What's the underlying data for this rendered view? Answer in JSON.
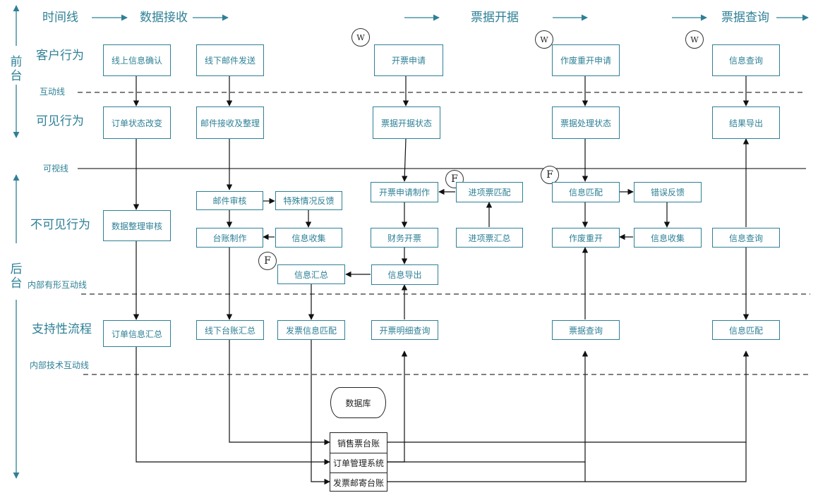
{
  "phases": {
    "timeline": "时间线",
    "receive": "数据接收",
    "issue": "票据开据",
    "query": "票据查询"
  },
  "side_labels": {
    "front": "前台",
    "back": "后台"
  },
  "lanes": {
    "customer": "客户行为",
    "visible": "可见行为",
    "invisible": "不可见行为",
    "support": "支持性流程"
  },
  "lines": {
    "interaction": "互动线",
    "visibility": "可视线",
    "internal_tangible": "内部有形互动线",
    "internal_tech": "内部技术互动线"
  },
  "markers": {
    "w": "W",
    "f": "F"
  },
  "boxes": {
    "online_confirm": "线上信息确认",
    "offline_mail": "线下邮件发送",
    "invoice_apply": "开票申请",
    "void_reissue_apply": "作废重开申请",
    "info_query_front": "信息查询",
    "order_status_change": "订单状态改变",
    "mail_receive": "邮件接收及整理",
    "invoice_status": "票据开据状态",
    "ticket_status": "票据处理状态",
    "result_export": "结果导出",
    "mail_review": "邮件审核",
    "special_feedback": "特殊情况反馈",
    "apply_make": "开票申请制作",
    "input_match": "进项票匹配",
    "info_match_mid": "信息匹配",
    "error_feedback": "错误反馈",
    "data_review": "数据整理审核",
    "ledger_make": "台账制作",
    "info_collect_1": "信息收集",
    "finance_invoice": "财务开票",
    "input_summary": "进项票汇总",
    "void_reissue": "作废重开",
    "info_collect_2": "信息收集",
    "info_query_back": "信息查询",
    "info_summary": "信息汇总",
    "info_export": "信息导出",
    "order_summary": "订单信息汇总",
    "offline_ledger": "线下台账汇总",
    "invoice_info_match": "发票信息匹配",
    "detail_query": "开票明细查询",
    "ticket_query": "票据查询",
    "info_match_support": "信息匹配"
  },
  "database": "数据库",
  "systems": [
    "销售票台账",
    "订单管理系统",
    "发票邮寄台账"
  ]
}
